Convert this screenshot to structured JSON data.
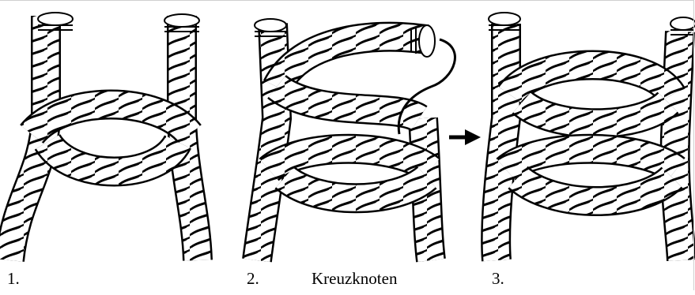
{
  "diagram": {
    "title": "Kreuzknoten",
    "steps": [
      {
        "label": "1."
      },
      {
        "label": "2."
      },
      {
        "label": "3."
      }
    ],
    "colors": {
      "ink": "#000000",
      "rope": "#ffffff",
      "background": "#ffffff"
    },
    "icons": [
      "rope-strand-icon",
      "whipped-rope-end-icon",
      "arrow-right-icon",
      "curved-guide-line-icon"
    ]
  }
}
